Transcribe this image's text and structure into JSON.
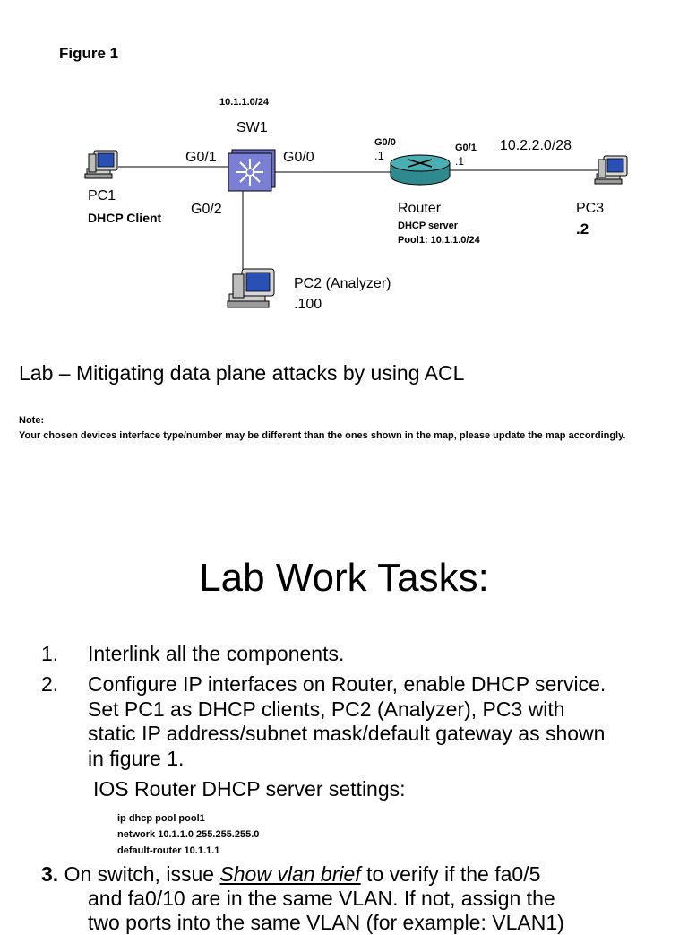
{
  "figure": {
    "label": "Figure 1",
    "subnet_top": "10.1.1.0/24",
    "sw1": {
      "name": "SW1",
      "g01": "G0/1",
      "g00": "G0/0",
      "g02": "G0/2"
    },
    "pc1": {
      "name": "PC1",
      "role": "DHCP Client"
    },
    "pc2": {
      "name": "PC2 (Analyzer)",
      "ip": ".100"
    },
    "router": {
      "g00": "G0/0",
      "g00_ip": ".1",
      "g01": "G0/1",
      "g01_ip": ".1",
      "name": "Router",
      "role": "DHCP server",
      "pool": "Pool1: 10.1.1.0/24"
    },
    "subnet_right": "10.2.2.0/28",
    "pc3": {
      "name": "PC3",
      "ip": ".2"
    },
    "colors": {
      "switch": "#6a6fc4",
      "router": "#3a9a9f",
      "monitor_frame": "#d8d8d8",
      "screen": "#2a4fb5"
    }
  },
  "lab_title": "Lab – Mitigating data plane attacks by using ACL",
  "note": {
    "heading": "Note:",
    "text": "Your chosen devices interface type/number may be different than the ones shown in the map, please update the map accordingly."
  },
  "tasks_heading": "Lab Work Tasks:",
  "tasks": [
    {
      "num": "1.",
      "text": "Interlink all the components."
    },
    {
      "num": "2.",
      "text": "Configure IP interfaces on Router, enable DHCP service. Set PC1 as DHCP clients, PC2 (Analyzer), PC3 with static IP address/subnet mask/default gateway as shown in figure 1."
    }
  ],
  "dhcp_settings_label": "IOS Router DHCP server settings:",
  "dhcp_config": [
    "ip dhcp pool pool1",
    "network 10.1.1.0 255.255.255.0",
    "default-router 10.1.1.1"
  ],
  "task3": {
    "num": "3.",
    "pre": " On switch, issue ",
    "command": "Show vlan brief",
    "line1_post": " to verify if the fa0/5",
    "line2": "and fa0/10 are in the same VLAN. If not, assign the",
    "line3": "two ports into the same VLAN (for example: VLAN1)"
  }
}
